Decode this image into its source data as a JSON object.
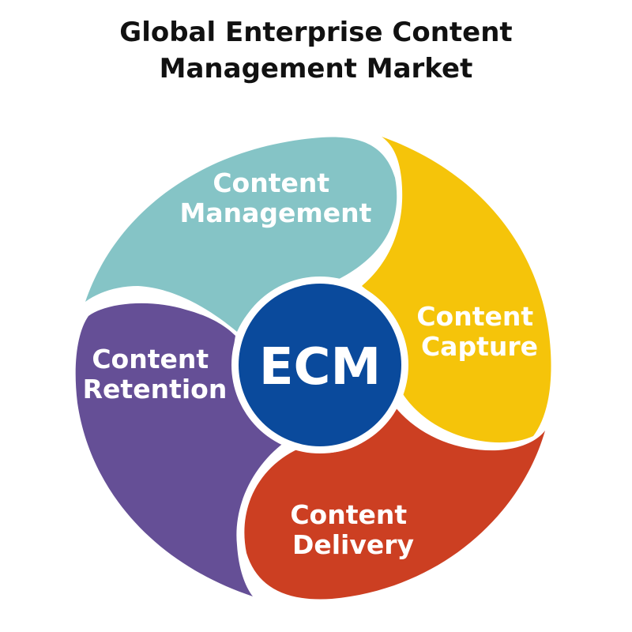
{
  "title": {
    "line1": "Global Enterprise Content",
    "line2": "Management Market"
  },
  "hub": {
    "label": "ECM",
    "color": "#0a4a9c"
  },
  "segments": [
    {
      "name": "content-management",
      "line1": "Content",
      "line2": "Management",
      "color": "#85c4c6"
    },
    {
      "name": "content-capture",
      "line1": "Content",
      "line2": "Capture",
      "color": "#f5c40a"
    },
    {
      "name": "content-delivery",
      "line1": "Content",
      "line2": "Delivery",
      "color": "#cc3f22"
    },
    {
      "name": "content-retention",
      "line1": "Content",
      "line2": "Retention",
      "color": "#654f96"
    }
  ]
}
